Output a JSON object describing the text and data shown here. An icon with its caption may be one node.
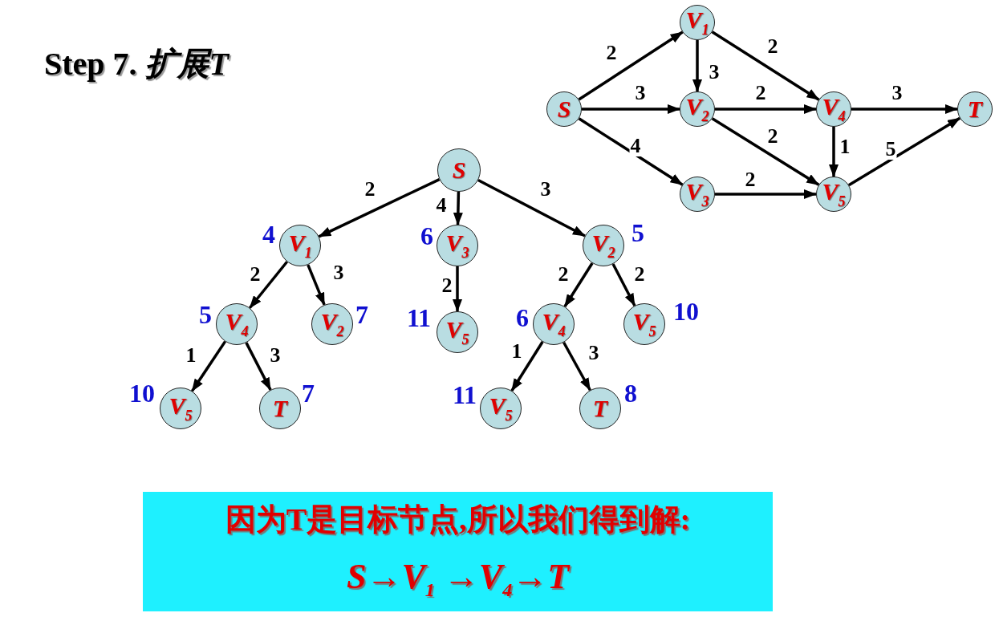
{
  "diagram": {
    "title": "Step 7. *扩展T*",
    "nodes": [
      {
        "text": [
          "S"
        ]
      },
      {
        "text": [
          "V$_{1}$"
        ]
      },
      {
        "text": [
          "V$_{2}$"
        ]
      },
      {
        "text": [
          "V$_{3}$"
        ]
      },
      {
        "text": [
          "V$_{4}$"
        ]
      },
      {
        "text": [
          "V$_{5}$"
        ]
      },
      {
        "text": [
          "T"
        ]
      },
      {
        "text": [
          "S"
        ]
      },
      {
        "text": [
          "V$_{1}$"
        ],
        "beside": [
          "4"
        ]
      },
      {
        "text": [
          "V$_{3}$"
        ],
        "beside": [
          "6"
        ]
      },
      {
        "text": [
          "V$_{2}$"
        ],
        "beside": [
          "5"
        ]
      },
      {
        "text": [
          "V$_{4}$"
        ],
        "beside": [
          "5"
        ]
      },
      {
        "text": [
          "V$_{2}$"
        ],
        "beside": [
          "7"
        ]
      },
      {
        "text": [
          "V$_{5}$"
        ],
        "beside": [
          "11"
        ]
      },
      {
        "text": [
          "V$_{4}$"
        ],
        "beside": [
          "6"
        ]
      },
      {
        "text": [
          "V$_{5}$"
        ],
        "beside": [
          "10"
        ]
      },
      {
        "text": [
          "V$_{5}$"
        ],
        "beside": [
          "10"
        ]
      },
      {
        "text": [
          "T"
        ],
        "beside": [
          "7"
        ]
      },
      {
        "text": [
          "V$_{5}$"
        ],
        "beside": [
          "11"
        ]
      },
      {
        "text": [
          "T"
        ],
        "beside": [
          "8"
        ]
      },
      {
        "text": [
          "因为T是目标节点,所以我们得到解:",
          "S→V$_{1}$ →V$_{4}$→T"
        ]
      }
    ],
    "edges": [
      {
        "from": 0,
        "to": 1,
        "arrow": "to",
        "label": "2"
      },
      {
        "from": 0,
        "to": 2,
        "arrow": "to",
        "label": "3"
      },
      {
        "from": 0,
        "to": 3,
        "arrow": "to",
        "label": "4"
      },
      {
        "from": 1,
        "to": 2,
        "arrow": "to",
        "label": "3"
      },
      {
        "from": 1,
        "to": 4,
        "arrow": "to",
        "label": "2"
      },
      {
        "from": 2,
        "to": 4,
        "arrow": "to",
        "label": "2"
      },
      {
        "from": 2,
        "to": 5,
        "arrow": "to",
        "label": "2"
      },
      {
        "from": 4,
        "to": 6,
        "arrow": "to",
        "label": "3"
      },
      {
        "from": 4,
        "to": 5,
        "arrow": "to",
        "label": "1"
      },
      {
        "from": 3,
        "to": 5,
        "arrow": "to",
        "label": "2"
      },
      {
        "from": 5,
        "to": 6,
        "arrow": "to",
        "label": "5"
      },
      {
        "from": 7,
        "to": 8,
        "arrow": "to",
        "label": "2"
      },
      {
        "from": 7,
        "to": 9,
        "arrow": "to",
        "label": "4"
      },
      {
        "from": 7,
        "to": 10,
        "arrow": "to",
        "label": "3"
      },
      {
        "from": 8,
        "to": 11,
        "arrow": "to",
        "label": "2"
      },
      {
        "from": 8,
        "to": 12,
        "arrow": "to",
        "label": "3"
      },
      {
        "from": 9,
        "to": 13,
        "arrow": "to",
        "label": "2"
      },
      {
        "from": 10,
        "to": 14,
        "arrow": "to",
        "label": "2"
      },
      {
        "from": 10,
        "to": 15,
        "arrow": "to",
        "label": "2"
      },
      {
        "from": 11,
        "to": 16,
        "arrow": "to",
        "label": "1"
      },
      {
        "from": 11,
        "to": 17,
        "arrow": "to",
        "label": "3"
      },
      {
        "from": 14,
        "to": 18,
        "arrow": "to",
        "label": "1"
      },
      {
        "from": 14,
        "to": 19,
        "arrow": "to",
        "label": "3"
      }
    ]
  }
}
